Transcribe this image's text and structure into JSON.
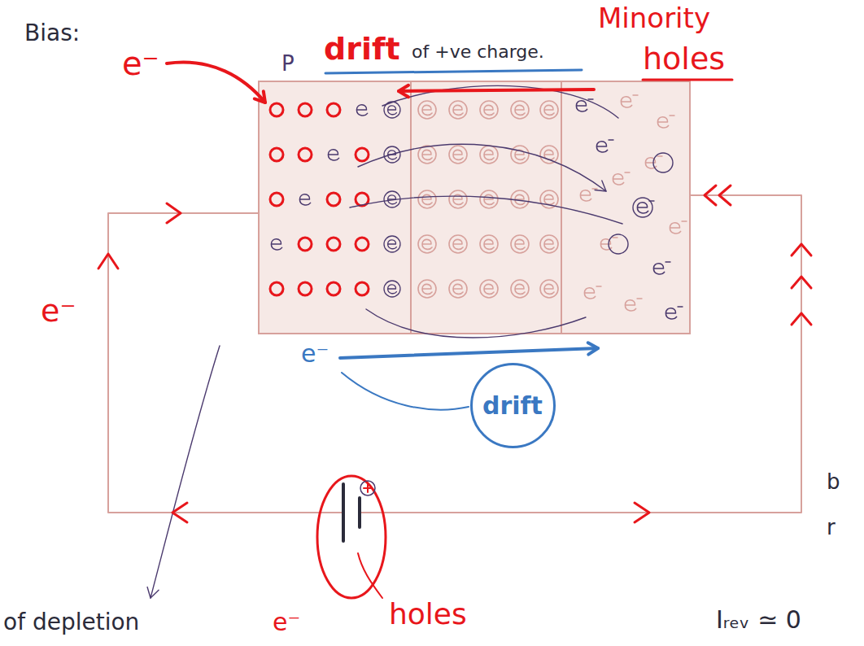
{
  "diagram": {
    "nodes": [
      {
        "text": [
          "drift"
        ]
      }
    ],
    "labels": [
      "Bias:",
      "drift",
      "of +ve charge.",
      "Minority",
      "holes",
      "P",
      "e⁻",
      "e⁻",
      "e⁻",
      "holes",
      "of depletion",
      "e⁻",
      "Iᵣₑᵥ ≃ 0",
      "b",
      "r"
    ]
  }
}
